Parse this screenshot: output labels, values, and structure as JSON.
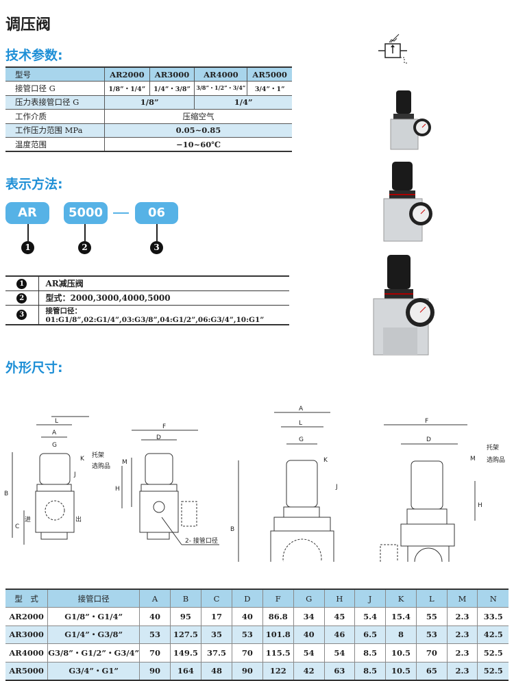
{
  "page_title": "调压阀",
  "sections": {
    "tech": "技术参数:",
    "notation": "表示方法:",
    "dimensions": "外形尺寸:"
  },
  "spec_table": {
    "header": [
      "型号",
      "AR2000",
      "AR3000",
      "AR4000",
      "AR5000"
    ],
    "port_label": "接管口径 G",
    "ports": [
      "1/8”・1/4”",
      "1/4”・3/8”",
      "3/8”・1/2”・3/4”",
      "3/4”・1”"
    ],
    "gauge_label": "压力表接管口径 G",
    "gauge": [
      "1/8”",
      "1/4”"
    ],
    "medium_label": "工作介质",
    "medium": "压缩空气",
    "pressure_label": "工作压力范围 MPa",
    "pressure": "0.05~0.85",
    "temp_label": "温度范围",
    "temp": "−10~60℃"
  },
  "notation": {
    "parts": [
      "AR",
      "5000",
      "06"
    ],
    "markers": [
      "1",
      "2",
      "3"
    ],
    "rows": [
      {
        "num": "1",
        "text": "AR减压阀"
      },
      {
        "num": "2",
        "text": "型式：2000,3000,4000,5000"
      },
      {
        "num": "3",
        "text": "接管口径：01:G1/8”,02:G1/4”,03:G3/8”,04:G1/2”,06:G3/4”,10:G1”"
      }
    ]
  },
  "drawing_labels": {
    "A": "A",
    "B": "B",
    "C": "C",
    "D": "D",
    "F": "F",
    "G": "G",
    "H": "H",
    "J": "J",
    "K": "K",
    "L": "L",
    "M": "M",
    "in": "进",
    "out": "出",
    "bracket": "托架",
    "optional": "选购品",
    "ports": "2- 接管口径"
  },
  "dim_table": {
    "header": [
      "型　式",
      "接管口径",
      "A",
      "B",
      "C",
      "D",
      "F",
      "G",
      "H",
      "J",
      "K",
      "L",
      "M",
      "N"
    ],
    "rows": [
      [
        "AR2000",
        "G1/8”・G1/4”",
        "40",
        "95",
        "17",
        "40",
        "86.8",
        "34",
        "45",
        "5.4",
        "15.4",
        "55",
        "2.3",
        "33.5"
      ],
      [
        "AR3000",
        "G1/4”・G3/8”",
        "53",
        "127.5",
        "35",
        "53",
        "101.8",
        "40",
        "46",
        "6.5",
        "8",
        "53",
        "2.3",
        "42.5"
      ],
      [
        "AR4000",
        "G3/8”・G1/2”・G3/4”",
        "70",
        "149.5",
        "37.5",
        "70",
        "115.5",
        "54",
        "54",
        "8.5",
        "10.5",
        "70",
        "2.3",
        "52.5"
      ],
      [
        "AR5000",
        "G3/4”・G1”",
        "90",
        "164",
        "48",
        "90",
        "122",
        "42",
        "63",
        "8.5",
        "10.5",
        "65",
        "2.3",
        "52.5"
      ]
    ]
  }
}
